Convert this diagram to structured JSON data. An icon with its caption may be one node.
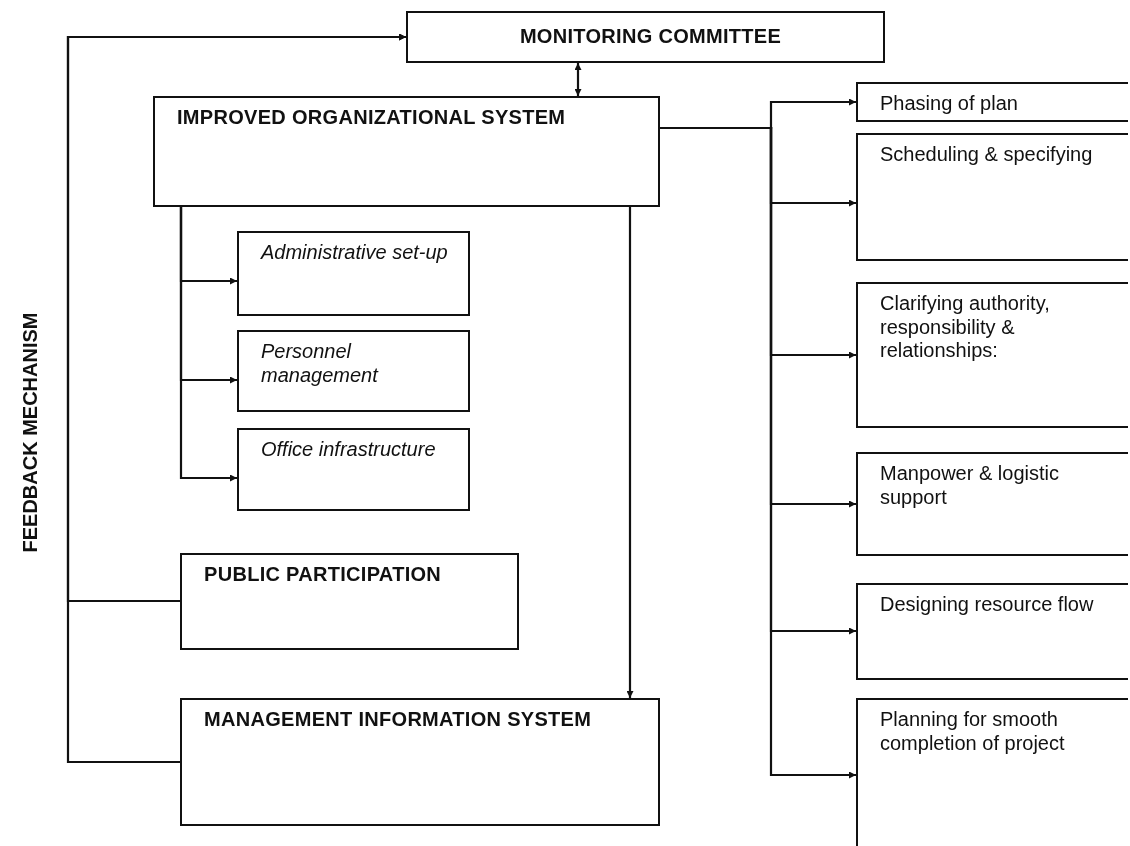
{
  "diagram": {
    "nodes": [
      {
        "text": [
          "MONITORING COMMITTEE"
        ]
      },
      {
        "text": [
          "IMPROVED ORGANIZATIONAL SYSTEM"
        ]
      },
      {
        "text": [
          "Administrative set-up"
        ]
      },
      {
        "text": [
          "Personnel management"
        ]
      },
      {
        "text": [
          "Office infrastructure"
        ]
      },
      {
        "text": [
          "PUBLIC PARTICIPATION"
        ]
      },
      {
        "text": [
          "MANAGEMENT INFORMATION SYSTEM"
        ]
      },
      {
        "text": [
          "Phasing of plan"
        ]
      },
      {
        "text": [
          "Scheduling & specifying"
        ]
      },
      {
        "text": [
          "Clarifying authority, responsibility & relationships:"
        ]
      },
      {
        "text": [
          "Manpower & logistic support"
        ]
      },
      {
        "text": [
          "Designing resource flow"
        ]
      },
      {
        "text": [
          "Planning for smooth completion of project"
        ]
      }
    ],
    "edges": [
      {
        "from": 1,
        "to": 0,
        "arrow": "both"
      },
      {
        "from": 1,
        "to": 2,
        "arrow": "to"
      },
      {
        "from": 1,
        "to": 3,
        "arrow": "to"
      },
      {
        "from": 1,
        "to": 4,
        "arrow": "to"
      },
      {
        "from": 1,
        "to": 6,
        "arrow": "to"
      },
      {
        "from": 1,
        "to": 7,
        "arrow": "to"
      },
      {
        "from": 1,
        "to": 8,
        "arrow": "to"
      },
      {
        "from": 1,
        "to": 9,
        "arrow": "to"
      },
      {
        "from": 1,
        "to": 10,
        "arrow": "to"
      },
      {
        "from": 1,
        "to": 11,
        "arrow": "to"
      },
      {
        "from": 1,
        "to": 12,
        "arrow": "to"
      },
      {
        "from": 5,
        "to": 0,
        "arrow": "to"
      },
      {
        "from": 6,
        "to": 0,
        "arrow": "to"
      }
    ],
    "labels": [
      "FEEDBACK MECHANISM"
    ]
  }
}
